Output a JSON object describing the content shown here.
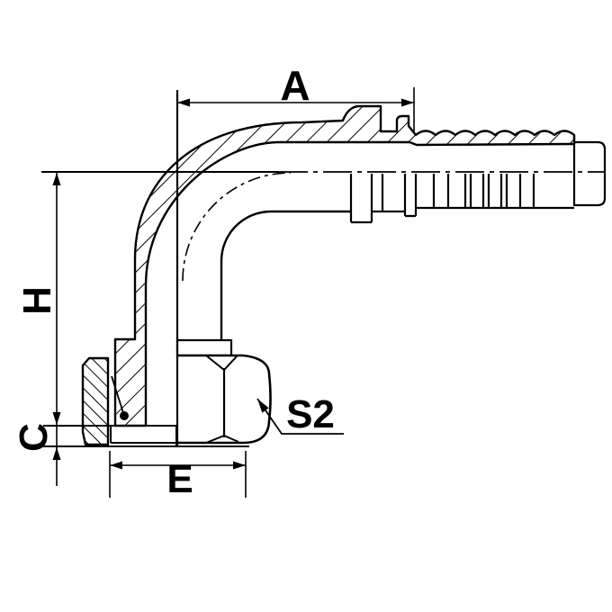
{
  "drawing": {
    "type": "technical-section-drawing",
    "subject": "90-degree female elbow hose fitting with hose tail",
    "colors": {
      "line": "#000000",
      "background": "#ffffff"
    },
    "labels": {
      "a": "A",
      "h": "H",
      "c": "C",
      "e": "E",
      "s2": "S2"
    }
  }
}
